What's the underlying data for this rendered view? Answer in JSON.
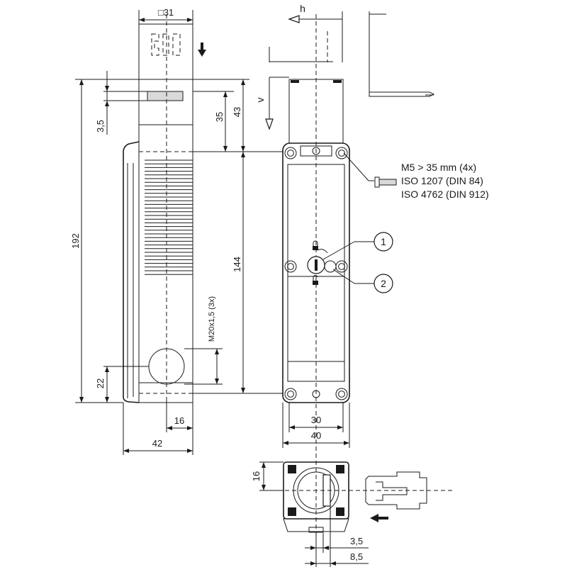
{
  "dimensions": {
    "square31": "□31",
    "d3_5_left": "3,5",
    "d35": "35",
    "d43": "43",
    "d192": "192",
    "d144": "144",
    "d22": "22",
    "d16": "16",
    "d42": "42",
    "d30": "30",
    "d40": "40",
    "d16_bottom": "16",
    "d3_5_bottom": "3,5",
    "d8_5": "8,5",
    "thread": "M20x1,5 (3x)"
  },
  "labels": {
    "h": "h",
    "v": "v"
  },
  "screw_note": {
    "line1": "M5 > 35 mm (4x)",
    "line2": "ISO 1207 (DIN 84)",
    "line3": "ISO 4762 (DIN 912)"
  },
  "callouts": {
    "one": "1",
    "two": "2"
  }
}
